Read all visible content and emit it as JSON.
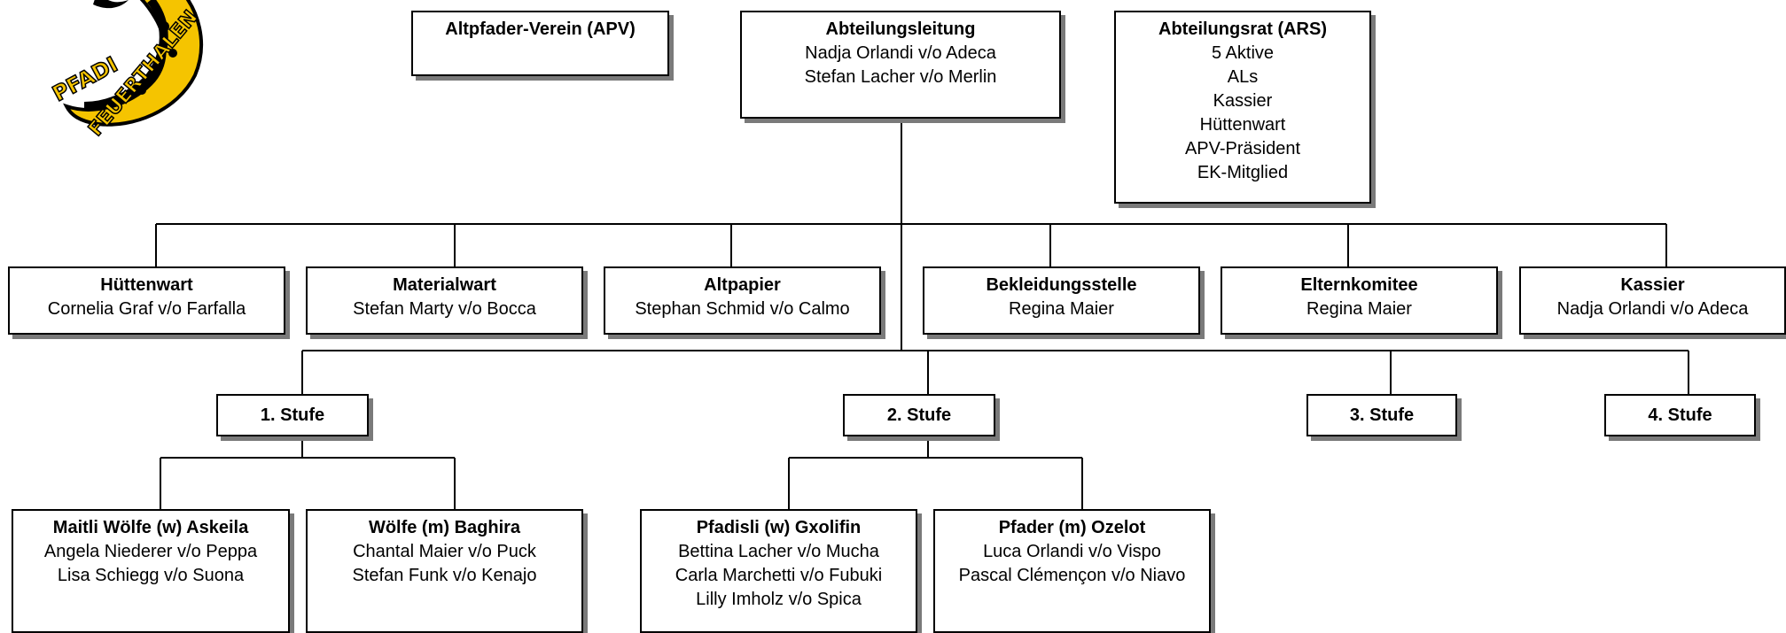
{
  "logo": {
    "text_top": "PFADI",
    "text_bottom": "FEUERTHALEN"
  },
  "top": {
    "apv": {
      "title": "Altpfader-Verein (APV)",
      "members": []
    },
    "leitung": {
      "title": "Abteilungsleitung",
      "members": [
        "Nadja Orlandi v/o Adeca",
        "Stefan Lacher v/o Merlin"
      ]
    },
    "rat": {
      "title": "Abteilungsrat (ARS)",
      "members": [
        "5 Aktive",
        "ALs",
        "Kassier",
        "Hüttenwart",
        "APV-Präsident",
        "EK-Mitglied"
      ]
    }
  },
  "roles": [
    {
      "title": "Hüttenwart",
      "person": "Cornelia Graf v/o Farfalla"
    },
    {
      "title": "Materialwart",
      "person": "Stefan Marty v/o Bocca"
    },
    {
      "title": "Altpapier",
      "person": "Stephan Schmid v/o Calmo"
    },
    {
      "title": "Bekleidungsstelle",
      "person": "Regina Maier"
    },
    {
      "title": "Elternkomitee",
      "person": "Regina Maier"
    },
    {
      "title": "Kassier",
      "person": "Nadja Orlandi v/o Adeca"
    }
  ],
  "stufen": [
    "1. Stufe",
    "2. Stufe",
    "3. Stufe",
    "4. Stufe"
  ],
  "groups": [
    {
      "title": "Maitli Wölfe (w) Askeila",
      "members": [
        "Angela Niederer v/o Peppa",
        "Lisa Schiegg v/o Suona"
      ]
    },
    {
      "title": "Wölfe (m) Baghira",
      "members": [
        "Chantal Maier v/o Puck",
        "Stefan Funk v/o Kenajo"
      ]
    },
    {
      "title": "Pfadisli (w) Gxolifin",
      "members": [
        "Bettina Lacher v/o Mucha",
        "Carla Marchetti v/o Fubuki",
        "Lilly Imholz v/o Spica"
      ]
    },
    {
      "title": "Pfader (m) Ozelot",
      "members": [
        "Luca Orlandi v/o Vispo",
        "Pascal Clémençon v/o Niavo"
      ]
    }
  ]
}
